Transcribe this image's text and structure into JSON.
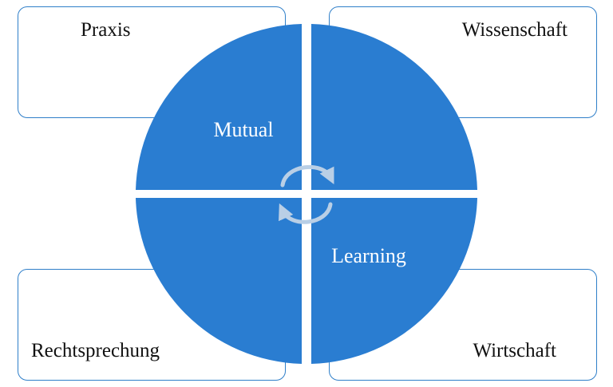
{
  "boxes": {
    "top_left": "Praxis",
    "top_right": "Wissenschaft",
    "bottom_left": "Rechtsprechung",
    "bottom_right": "Wirtschaft"
  },
  "center": {
    "word_1": "Mutual",
    "word_2": "Learning"
  },
  "colors": {
    "circle_fill": "#2a7dd1",
    "box_border": "#2f7fc9",
    "cycle_arrows": "#b9cfe6"
  }
}
